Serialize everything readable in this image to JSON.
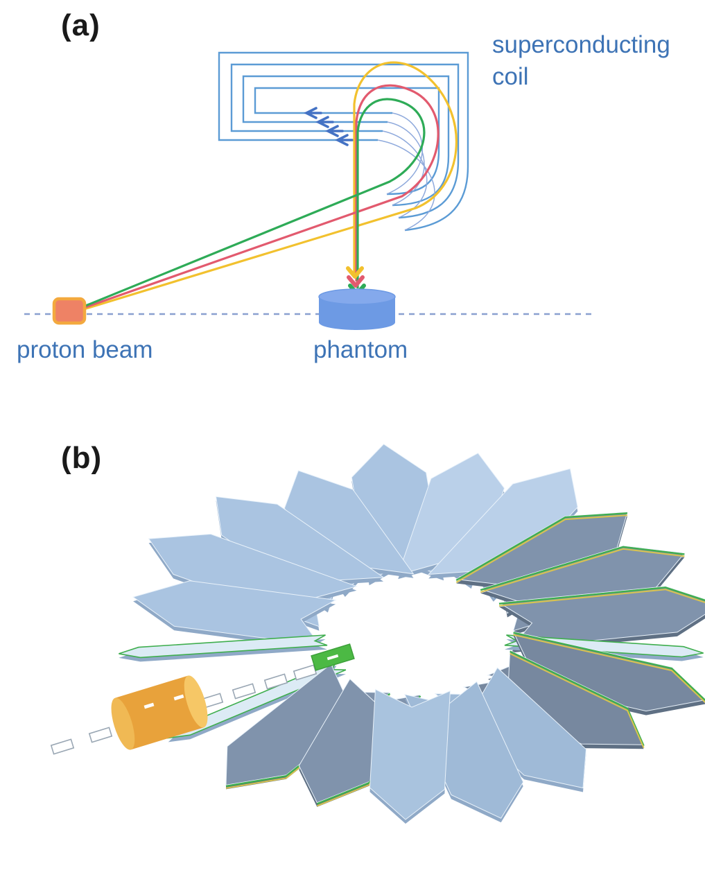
{
  "figure": {
    "panel_a": {
      "label": "(a)",
      "coil_label_line1": "superconducting",
      "coil_label_line2": "coil",
      "source_label": "proton beam",
      "target_label": "phantom"
    },
    "panel_b": {
      "label": "(b)"
    }
  },
  "colors": {
    "panel_label_black": "#1a1a1a",
    "label_blue": "#3d73b5",
    "coil_blue": "#5b9bd5",
    "coil_faint": "#8ea9dc",
    "arrow_blue": "#4472c4",
    "traj_green": "#2eab57",
    "traj_red": "#e25a6e",
    "traj_yellow": "#f2c12e",
    "source_fill": "#ee8265",
    "source_border": "#f3a93e",
    "axis_dash": "#8aa0d0",
    "phantom_body": "#6d9ae4",
    "phantom_top": "#84a9ec",
    "blade_light": "#bad0e9",
    "blade_light2": "#aac4e1",
    "blade_dark": "#8093ac",
    "blade_dark2": "#77889f",
    "blade_flat": "#a9c3de",
    "blade_flat2": "#9fbad7",
    "blade_side": "#8fa9c7",
    "blade_side_dark": "#5f7084",
    "edge_green": "#3fae4e",
    "edge_yellow": "#d9c44e",
    "sliver_fill": "#dcebf5",
    "cylinder_orange": "#e8a23b",
    "cylinder_cap": "#f0b954",
    "cylinder_light": "#f6c766",
    "detector_green": "#4cb944",
    "detector_border": "#3da03a",
    "beam_dash_stroke": "#9aa7b4"
  }
}
